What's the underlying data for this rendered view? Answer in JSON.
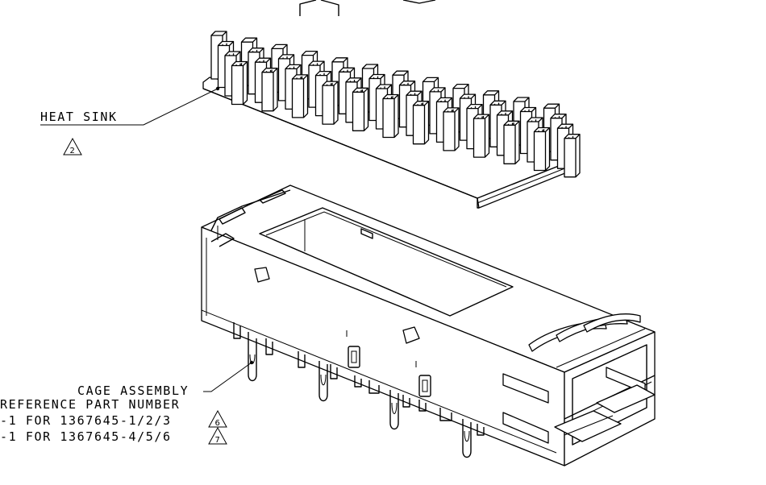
{
  "callouts": {
    "heat_sink": {
      "label": "HEAT SINK",
      "flag": "2"
    },
    "cage": {
      "title": "CAGE ASSEMBLY",
      "ref_title": "REFERENCE PART NUMBER",
      "lines": [
        {
          "text": "-1 FOR  1367645-1/2/3",
          "flag": "6"
        },
        {
          "text": "-1 FOR  1367645-4/5/6",
          "flag": "7"
        }
      ]
    }
  }
}
